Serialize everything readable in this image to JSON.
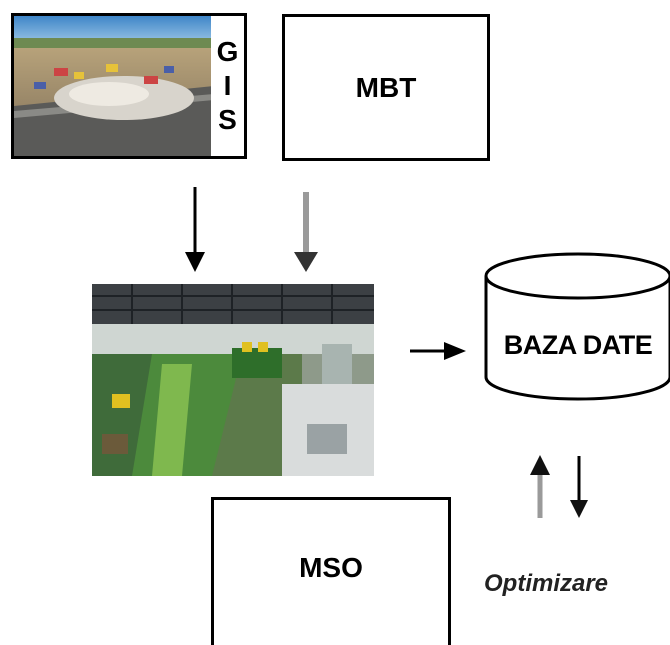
{
  "diagram": {
    "gis_letters": [
      "G",
      "I",
      "S"
    ],
    "mbt_label": "MBT",
    "mso_label": "MSO",
    "database_label": "BAZA DATE",
    "optimization_label": "Optimizare"
  },
  "colors": {
    "stroke": "#000000",
    "arrow_gray": "#9a9a9a",
    "arrow_dark": "#333333"
  }
}
